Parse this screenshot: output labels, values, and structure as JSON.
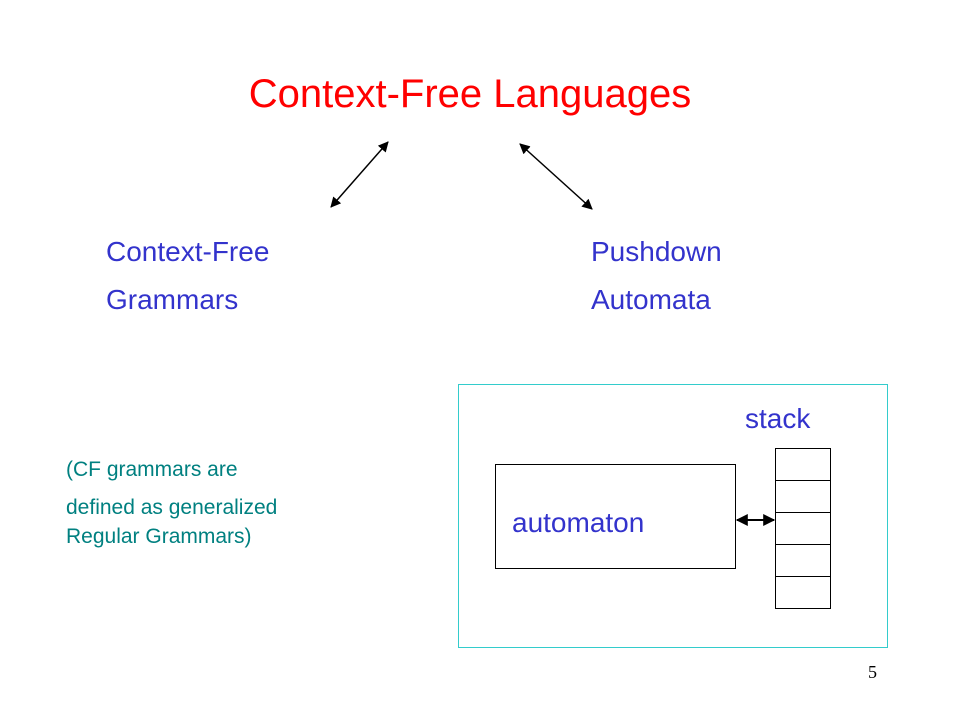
{
  "slide": {
    "title": "Context-Free Languages",
    "left_concept": {
      "line1": "Context-Free",
      "line2": "Grammars"
    },
    "right_concept": {
      "line1": "Pushdown",
      "line2": "Automata"
    },
    "note": {
      "line1": "(CF grammars are",
      "line2": "defined as generalized",
      "line3": "Regular Grammars)"
    },
    "diagram": {
      "automaton_label": "automaton",
      "stack_label": "stack",
      "stack_cell_count": 5
    },
    "page_number": "5"
  },
  "colors": {
    "title": "#ff0000",
    "concept_text": "#3333cc",
    "note_text": "#008080",
    "diagram_frame": "#33cccc"
  }
}
